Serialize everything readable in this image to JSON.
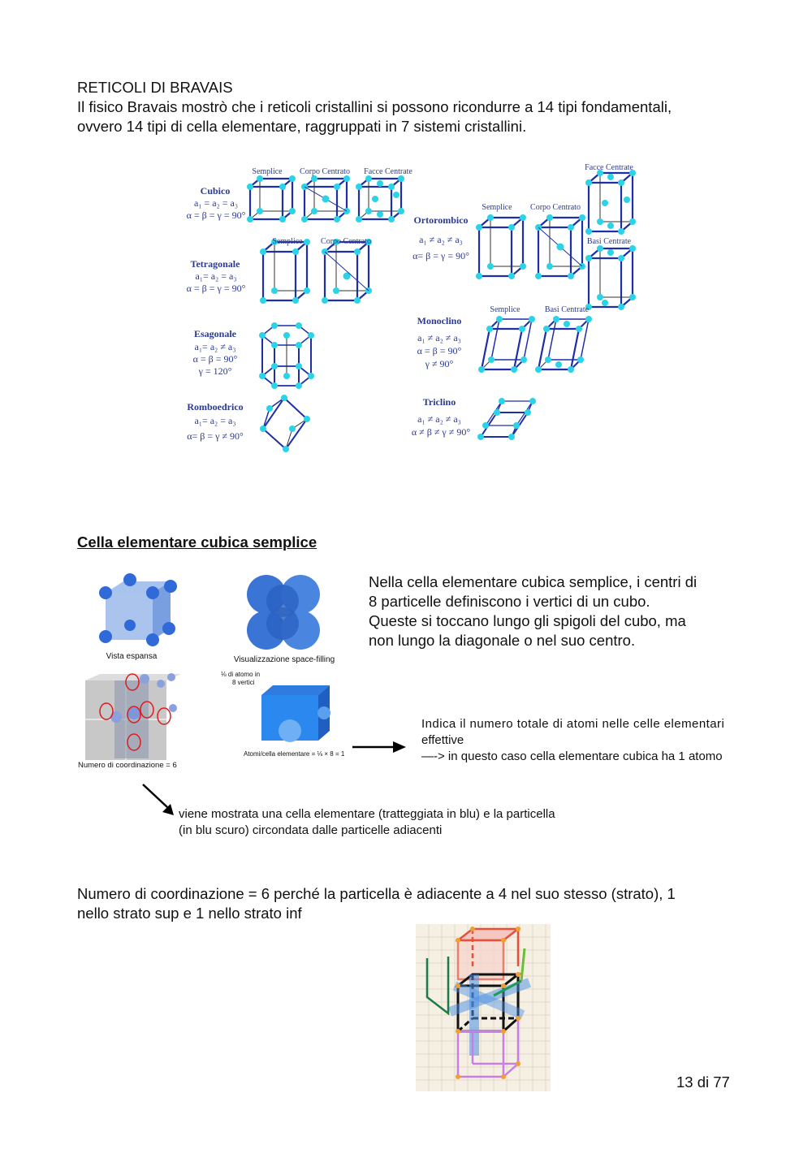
{
  "heading": "RETICOLI DI BRAVAIS",
  "intro_lines": [
    "Il fisico Bravais mostrò che i reticoli cristallini si possono ricondurre a 14 tipi fondamentali,",
    "ovvero 14 tipi di cella elementare, raggruppati in 7 sistemi cristallini."
  ],
  "bravais": {
    "systems": [
      {
        "name": "Cubico",
        "params": [
          "a₁ = a₂ = a₃",
          "α = β = γ = 90°"
        ],
        "cells": [
          "Semplice",
          "Corpo Centrato",
          "Facce Centrate"
        ]
      },
      {
        "name": "Tetragonale",
        "params": [
          "a₁= a₂ = a₃",
          "α = β = γ = 90°"
        ],
        "cells": [
          "Semplice",
          "Corpo Centrato"
        ]
      },
      {
        "name": "Esagonale",
        "params": [
          "a₁= a₂ ≠ a₃",
          "α = β = 90°",
          "γ = 120°"
        ],
        "cells": []
      },
      {
        "name": "Romboedrico",
        "params": [
          "a₁= a₂ = a₃",
          "α= β = γ ≠ 90°"
        ],
        "cells": []
      },
      {
        "name": "Ortorombico",
        "params": [
          "a₁ ≠ a₂ ≠ a₃",
          "α= β = γ = 90°"
        ],
        "cells": [
          "Semplice",
          "Corpo Centrato",
          "Facce Centrate",
          "Basi Centrate"
        ]
      },
      {
        "name": "Monoclino",
        "params": [
          "a₁ ≠ a₂ ≠ a₃",
          "α = β = 90°",
          "γ ≠ 90°"
        ],
        "cells": [
          "Semplice",
          "Basi Centrate"
        ]
      },
      {
        "name": "Triclino",
        "params": [
          "a₁ ≠ a₂ ≠ a₃",
          "α ≠ β ≠ γ ≠ 90°"
        ],
        "cells": []
      }
    ],
    "colors": {
      "label": "#2b3a8f",
      "edge": "#1e2fa8",
      "atom": "#2ad4e6"
    }
  },
  "section_title": "Cella elementare cubica semplice",
  "description_lines": [
    "Nella cella elementare cubica semplice, i centri di",
    "8 particelle definiscono i vertici di un cubo.",
    "Queste si toccano lungo gli spigoli del cubo, ma",
    "non lungo la diagonale o nel suo centro."
  ],
  "figure_labels": {
    "expanded": "Vista espansa",
    "space_filling": "Visualizzazione space-filling",
    "coordination": "Numero di coordinazione = 6",
    "eighth_a": "di atomo in",
    "eighth_b": "8 vertici",
    "atoms_per_cell": "Atomi/cella elementare = ⅛ × 8 = 1"
  },
  "note_right_lines": [
    "Indica il numero totale di atomi nelle celle elementari",
    "effettive",
    "—-> in questo caso cella elementare cubica ha 1 atomo"
  ],
  "note_below_lines": [
    "viene mostrata una cella elementare (tratteggiata in blu) e la particella",
    "(in blu scuro) circondata dalle particelle adiacenti"
  ],
  "coordination_lines": [
    "Numero di coordinazione = 6 perché la particella è adiacente a 4 nel suo stesso (strato), 1",
    "nello strato sup e 1 nello strato inf"
  ],
  "page_number": "13 di 77"
}
